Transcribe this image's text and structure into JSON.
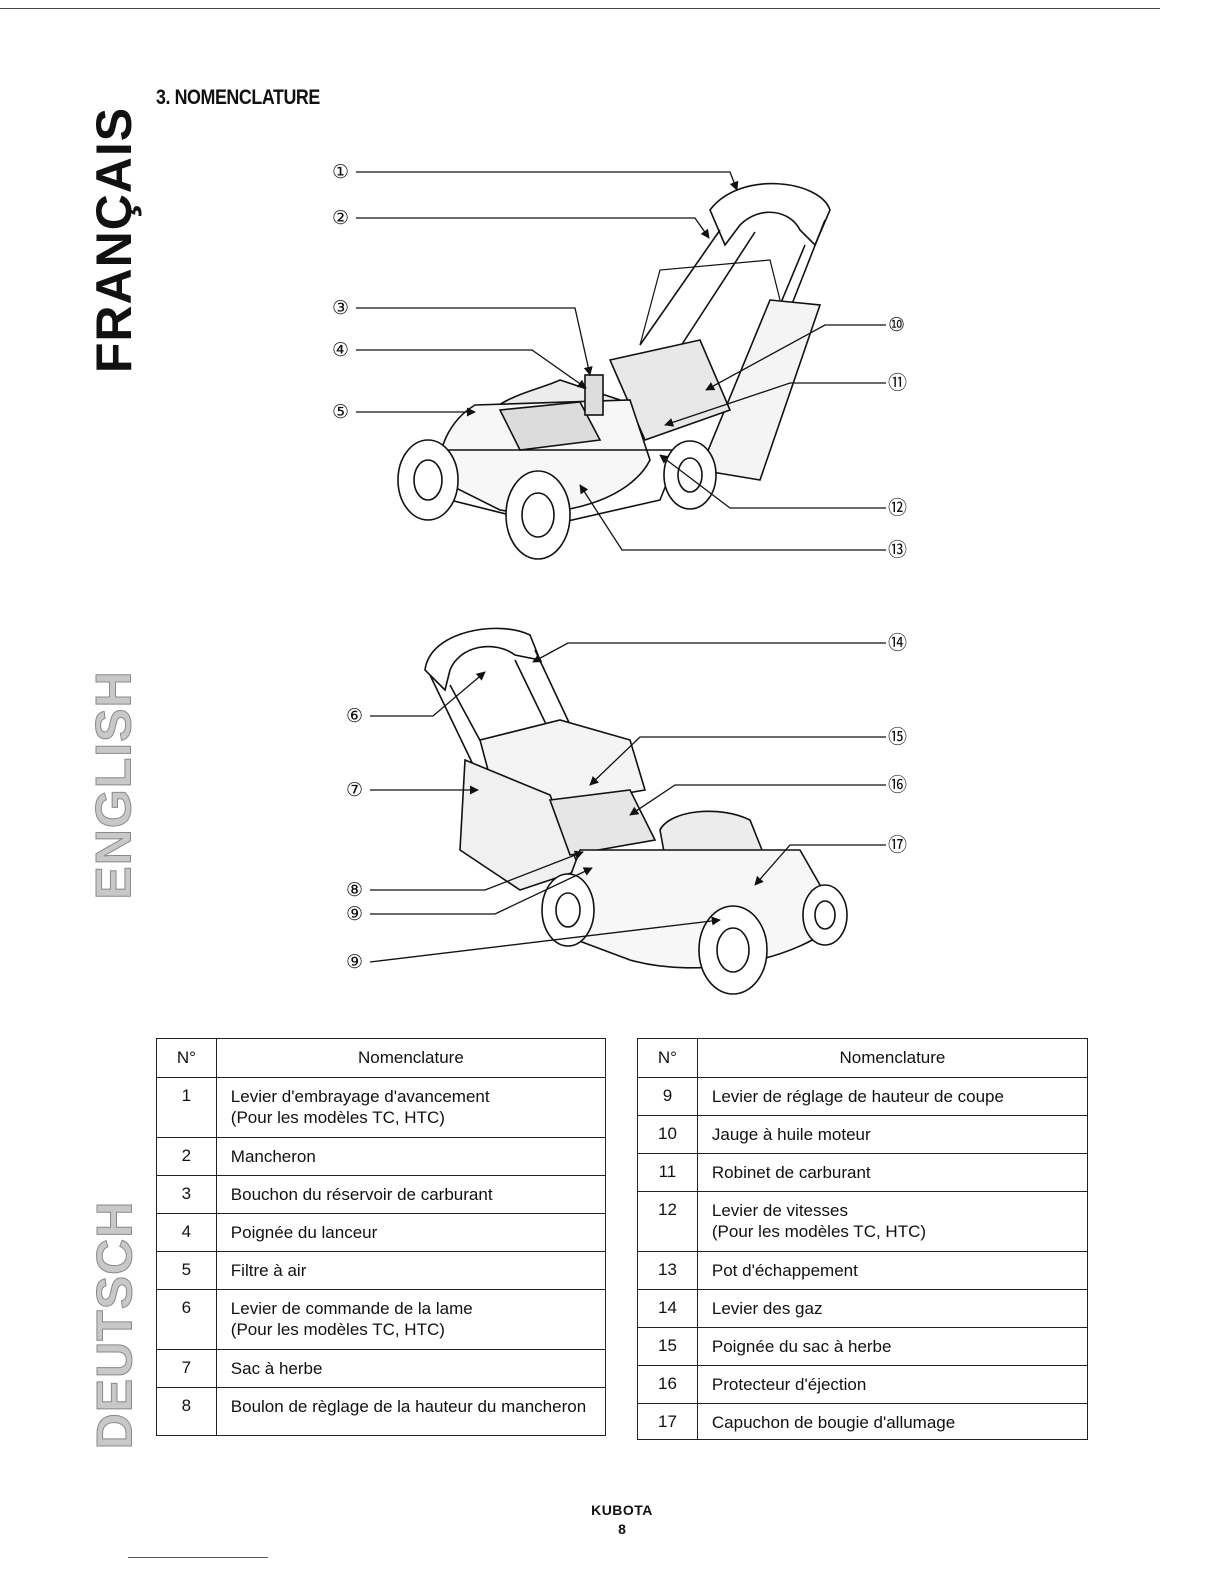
{
  "section_title": "3. NOMENCLATURE",
  "side_tabs": [
    "FRANÇAIS",
    "ENGLISH",
    "DEUTSCH"
  ],
  "callouts": [
    "①",
    "②",
    "③",
    "④",
    "⑤",
    "⑩",
    "⑪",
    "⑫",
    "⑬",
    "⑥",
    "⑦",
    "⑧",
    "⑨",
    "⑨",
    "⑭",
    "⑮",
    "⑯",
    "⑰"
  ],
  "table_header": {
    "num": "N°",
    "name": "Nomenclature"
  },
  "table_left": [
    {
      "num": "1",
      "line1": "Levier d'embrayage d'avancement",
      "line2": "(Pour les modèles TC, HTC)"
    },
    {
      "num": "2",
      "line1": "Mancheron",
      "line2": ""
    },
    {
      "num": "3",
      "line1": "Bouchon du réservoir de carburant",
      "line2": ""
    },
    {
      "num": "4",
      "line1": "Poignée du lanceur",
      "line2": ""
    },
    {
      "num": "5",
      "line1": "Filtre à air",
      "line2": ""
    },
    {
      "num": "6",
      "line1": "Levier de commande de la lame",
      "line2": "(Pour les modèles TC, HTC)"
    },
    {
      "num": "7",
      "line1": "Sac à herbe",
      "line2": ""
    },
    {
      "num": "8",
      "line1": "Boulon de règlage de la hauteur du mancheron",
      "line2": ""
    }
  ],
  "table_right": [
    {
      "num": "9",
      "line1": "Levier de réglage de hauteur de coupe",
      "line2": ""
    },
    {
      "num": "10",
      "line1": "Jauge à huile moteur",
      "line2": ""
    },
    {
      "num": "11",
      "line1": "Robinet de carburant",
      "line2": ""
    },
    {
      "num": "12",
      "line1": "Levier de vitesses",
      "line2": "(Pour les modèles TC, HTC)"
    },
    {
      "num": "13",
      "line1": "Pot d'échappement",
      "line2": ""
    },
    {
      "num": "14",
      "line1": "Levier des gaz",
      "line2": ""
    },
    {
      "num": "15",
      "line1": "Poignée du sac à herbe",
      "line2": ""
    },
    {
      "num": "16",
      "line1": "Protecteur d'éjection",
      "line2": ""
    },
    {
      "num": "17",
      "line1": "Capuchon de bougie d'allumage",
      "line2": ""
    }
  ],
  "footer": {
    "brand": "KUBOTA",
    "page": "8"
  }
}
